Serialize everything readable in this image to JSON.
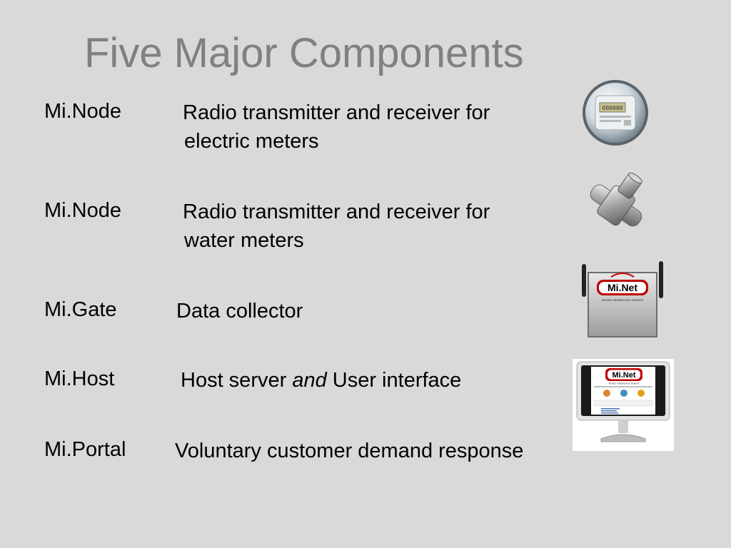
{
  "slide": {
    "title": "Five Major Components",
    "items": [
      {
        "term": "Mi.Node",
        "line1": "Radio transmitter and receiver for",
        "line2": "electric meters"
      },
      {
        "term": "Mi.Node",
        "line1": "Radio transmitter and receiver for",
        "line2": "water meters"
      },
      {
        "term": "Mi.Gate",
        "desc": "Data collector"
      },
      {
        "term": "Mi.Host",
        "desc_before": "Host server ",
        "desc_em": "and",
        "desc_after": " User interface"
      },
      {
        "term": "Mi.Portal",
        "desc": "Voluntary customer demand response"
      }
    ],
    "images": {
      "electric_meter": {
        "display": "000000"
      },
      "gateway": {
        "logo": "Mi.Net",
        "tagline": "Monitor Infrastructure Network"
      },
      "host": {
        "logo": "Mi.Net",
        "tagline": "Monitor Infrastructure Network"
      }
    }
  }
}
